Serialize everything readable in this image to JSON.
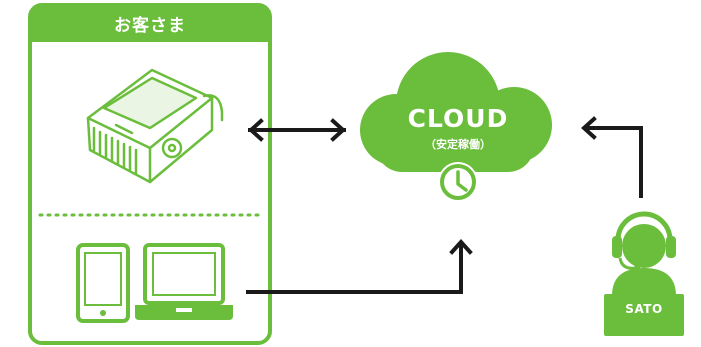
{
  "customer": {
    "title": "お客さま",
    "printer_icon": "printer-icon",
    "tablet_icon": "tablet-icon",
    "laptop_icon": "laptop-icon"
  },
  "cloud": {
    "title": "CLOUD",
    "subtitle": "（安定稼働）",
    "icon": "cloud-icon",
    "clock_icon": "clock-icon"
  },
  "operator": {
    "label": "SATO",
    "icon": "headset-operator-icon"
  },
  "connections": {
    "printer_cloud": "two-way-arrow",
    "devices_cloud": "arrow-to-cloud",
    "sato_cloud": "arrow-to-cloud"
  },
  "colors": {
    "accent": "#6bbd3c",
    "line": "#1a1a1a",
    "background": "#ffffff"
  }
}
